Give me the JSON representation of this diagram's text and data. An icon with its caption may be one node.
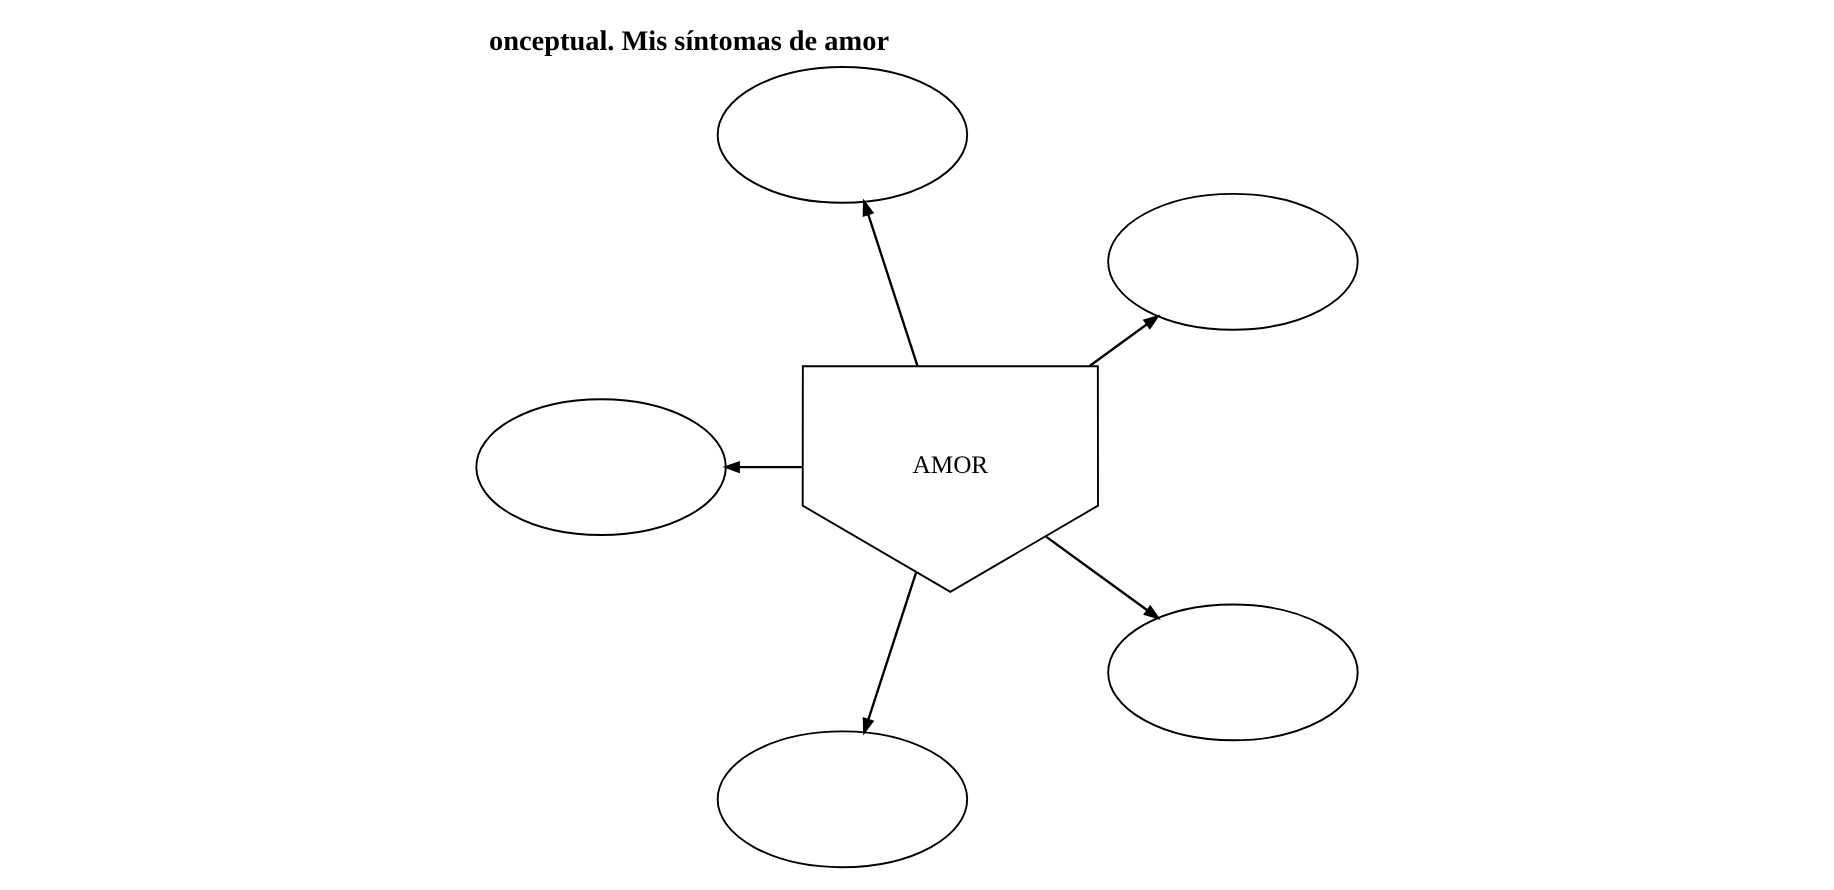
{
  "diagram": {
    "title": "onceptual. Mis síntomas de amor",
    "nodes": [
      {
        "text": [],
        "shape": "ellipse"
      },
      {
        "text": [],
        "shape": "ellipse"
      },
      {
        "text": [],
        "shape": "ellipse"
      },
      {
        "text": [
          "AMOR"
        ]
      },
      {
        "text": [],
        "shape": "ellipse"
      },
      {
        "text": [],
        "shape": "ellipse"
      }
    ],
    "edges": [
      {
        "from": 3,
        "to": 0,
        "arrow": "to"
      },
      {
        "from": 3,
        "to": 2,
        "arrow": "to"
      },
      {
        "from": 3,
        "to": 4,
        "arrow": "to"
      },
      {
        "from": 3,
        "to": 1,
        "arrow": "to"
      },
      {
        "from": 3,
        "to": 5,
        "arrow": "to"
      }
    ]
  }
}
